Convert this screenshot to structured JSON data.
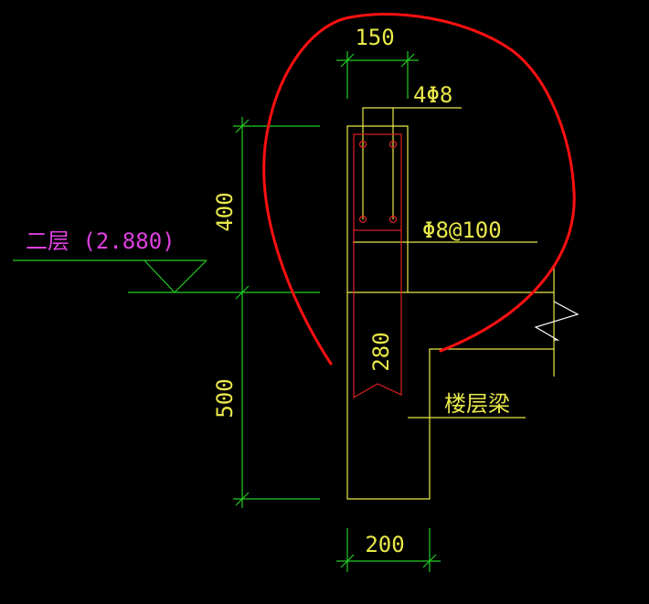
{
  "colors": {
    "background": "#000000",
    "dimension": "#22cc22",
    "outline": "#e8e84a",
    "rebar": "#e02020",
    "level": "#e040e0",
    "markup": "#ff1010",
    "hatch": "#ffffff"
  },
  "dimensions": {
    "top_width": "150",
    "upper_height": "400",
    "lower_height": "500",
    "bottom_width": "200"
  },
  "annotations": {
    "longitudinal_bars": "4Φ8",
    "stirrups": "Φ8@100",
    "anchorage_length": "280",
    "floor_beam": "楼层梁"
  },
  "level": {
    "label": "二层 (2.880)"
  }
}
